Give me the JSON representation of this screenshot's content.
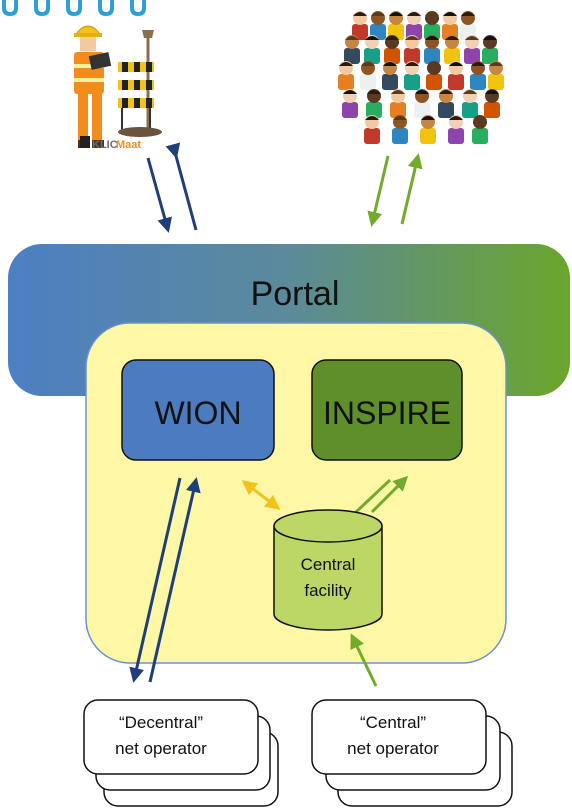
{
  "portal": {
    "label": "Portal"
  },
  "systems": {
    "wion": "WION",
    "inspire": "INSPIRE"
  },
  "central_facility": {
    "line1": "Central",
    "line2": "facility"
  },
  "operators": {
    "decentral": {
      "line1": "“Decentral”",
      "line2": "net operator"
    },
    "central": {
      "line1": "“Central”",
      "line2": "net operator"
    }
  },
  "logo": {
    "brand_klic": "KLIC",
    "brand_maat": "Maat"
  },
  "colors": {
    "portal_blue": "#4f7fbf",
    "portal_green": "#6da832",
    "inner_yellow": "#fdf7a6",
    "wion_fill": "#4d7bbf",
    "inspire_fill": "#5e8f2a",
    "cylinder_fill": "#bcd766",
    "arrow_blue": "#1f3f78",
    "arrow_green": "#72aa2c",
    "arrow_yellow": "#f3c21b"
  },
  "icons": {
    "worker": "construction-worker-icon",
    "barrier": "road-barrier-icon",
    "crowd": "crowd-of-people-icon"
  }
}
